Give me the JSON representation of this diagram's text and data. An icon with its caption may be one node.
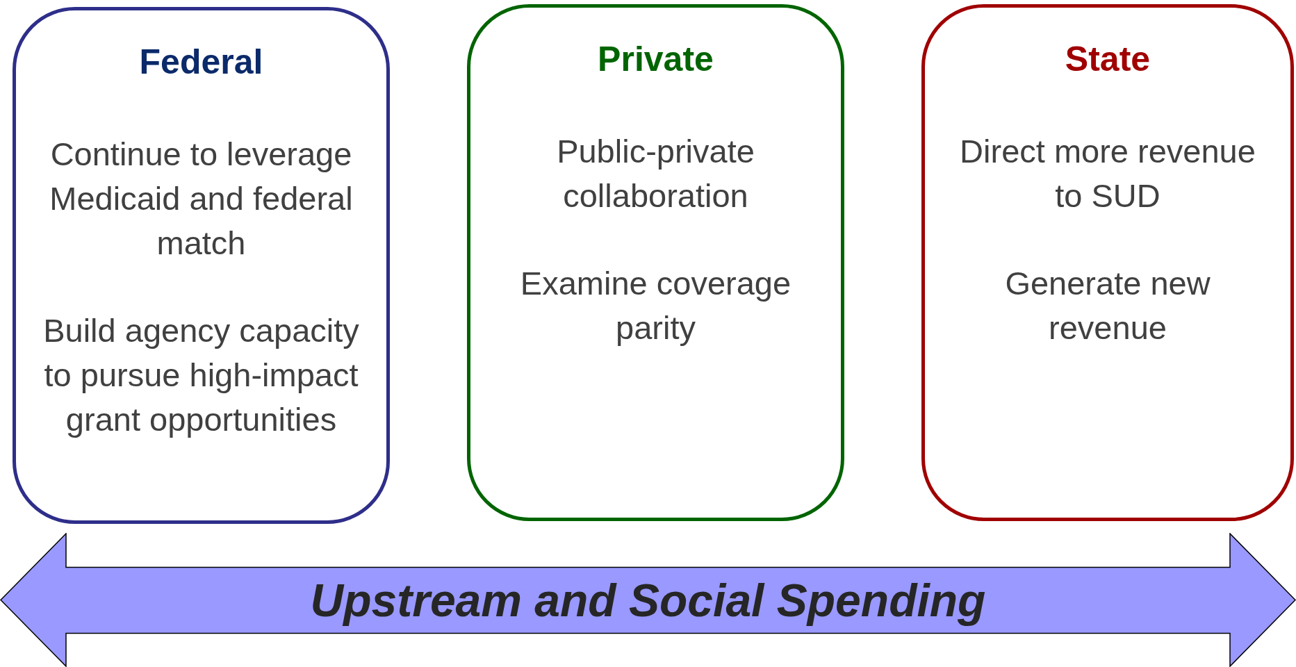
{
  "diagram": {
    "nodes": [
      {
        "text": [
          "Federal",
          "Continue to leverage Medicaid and federal match",
          "Build agency capacity to pursue high-impact grant opportunities"
        ]
      },
      {
        "text": [
          "Private",
          "Public-private collaboration",
          "Examine coverage parity"
        ]
      },
      {
        "text": [
          "State",
          "Direct more revenue to SUD",
          "Generate new revenue"
        ]
      },
      {
        "text": [
          "Upstream and Social Spending"
        ]
      }
    ]
  }
}
